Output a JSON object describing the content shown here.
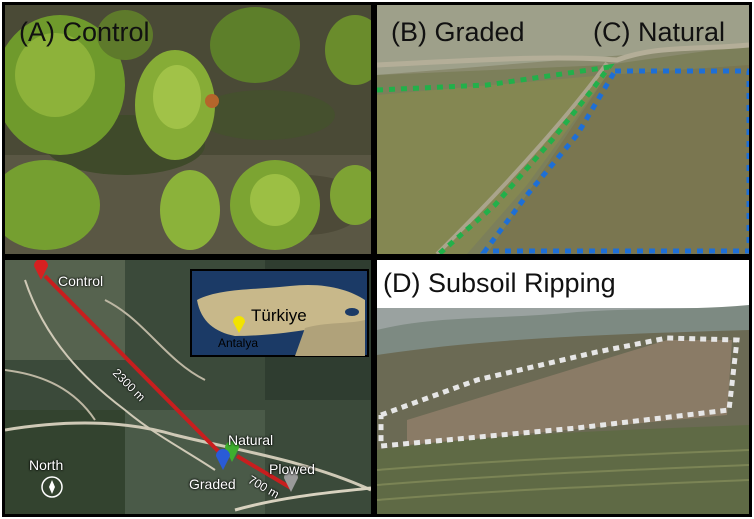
{
  "panels": {
    "a": {
      "label": "(A) Control"
    },
    "b": {
      "label": "(B) Graded"
    },
    "c": {
      "label": "(C) Natural"
    },
    "d": {
      "label": "(D) Subsoil Ripping"
    }
  },
  "map": {
    "sites": {
      "control": "Control",
      "natural": "Natural",
      "graded": "Graded",
      "plowed": "Plowed"
    },
    "distances": {
      "long": "2300 m",
      "short": "700 m"
    },
    "inset": {
      "country": "Türkiye",
      "city": "Antalya"
    },
    "north": "North"
  },
  "colors": {
    "graded_outline": "#22b04a",
    "natural_outline": "#1e6fd6",
    "ripping_outline": "#e6e6e6",
    "route": "#c81e1e",
    "marker_control": "#d62020",
    "marker_natural": "#3fae2f",
    "marker_graded": "#2a5bd7",
    "marker_plowed": "#9a9a9a",
    "marker_city": "#f2e300"
  }
}
